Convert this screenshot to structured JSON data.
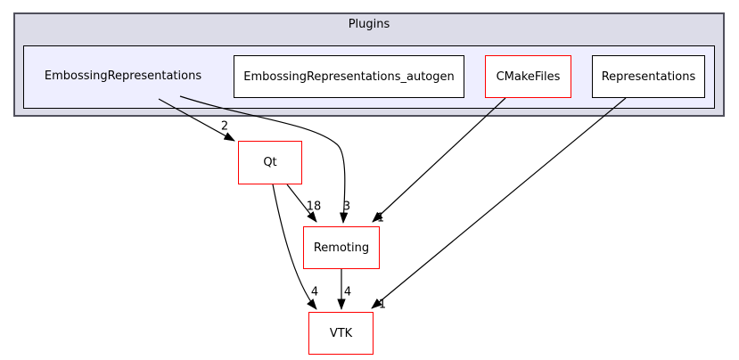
{
  "clusters": {
    "outer": {
      "label": "Plugins"
    }
  },
  "nodes": {
    "embossing": {
      "label": "EmbossingRepresentations"
    },
    "autogen": {
      "label": "EmbossingRepresentations_autogen"
    },
    "cmakefiles": {
      "label": "CMakeFiles"
    },
    "representations": {
      "label": "Representations"
    },
    "qt": {
      "label": "Qt"
    },
    "remoting": {
      "label": "Remoting"
    },
    "vtk": {
      "label": "VTK"
    }
  },
  "edges": [
    {
      "from": "EmbossingRepresentations",
      "to": "Qt",
      "count": "2"
    },
    {
      "from": "EmbossingRepresentations",
      "to": "Remoting",
      "count": "3"
    },
    {
      "from": "Qt",
      "to": "Remoting",
      "count": "18"
    },
    {
      "from": "Qt",
      "to": "VTK",
      "count": "4"
    },
    {
      "from": "CMakeFiles",
      "to": "Remoting",
      "count": "1"
    },
    {
      "from": "Remoting",
      "to": "VTK",
      "count": "4"
    },
    {
      "from": "Representations",
      "to": "VTK",
      "count": "1"
    }
  ],
  "colors": {
    "cluster_outer_fill": "#dcdce8",
    "cluster_outer_border": "#50505c",
    "cluster_inner_fill": "#eeeeff",
    "node_fill": "#ffffff",
    "node_border_default": "#000000",
    "node_border_highlight": "#ff0000",
    "edge_color": "#000000",
    "text_color": "#000000"
  }
}
